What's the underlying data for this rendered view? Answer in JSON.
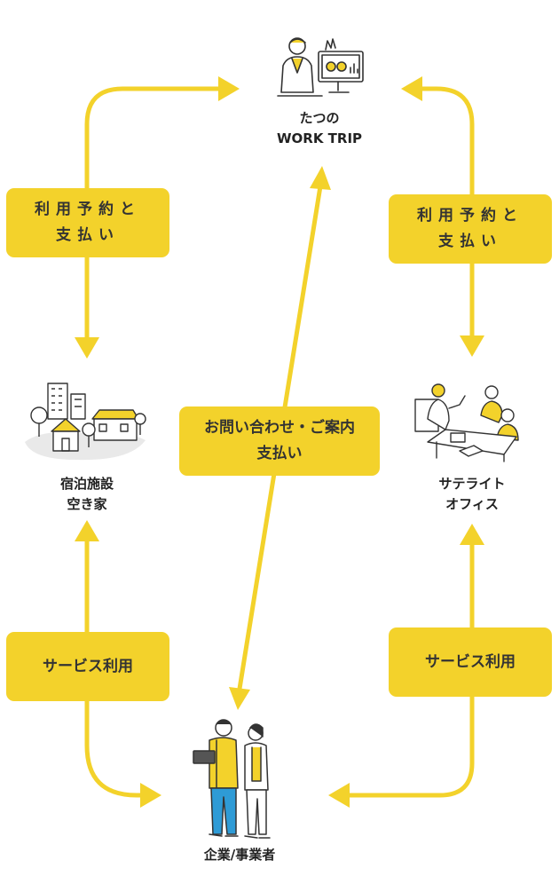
{
  "colors": {
    "accent": "#f3d22b",
    "accent_dark": "#d8b300",
    "line": "#333333"
  },
  "nodes": {
    "platform": {
      "line1": "たつの",
      "line2": "WORK TRIP",
      "icon": "person-at-computer-illustration"
    },
    "lodging": {
      "line1": "宿泊施設",
      "line2": "空き家",
      "icon": "buildings-houses-illustration"
    },
    "office": {
      "line1": "サテライト",
      "line2": "オフィス",
      "icon": "meeting-people-illustration"
    },
    "company": {
      "label": "企業/事業者",
      "icon": "two-workers-illustration"
    }
  },
  "labels": {
    "reserve_left": {
      "line1": "利用予約と",
      "line2": "支払い"
    },
    "reserve_right": {
      "line1": "利用予約と",
      "line2": "支払い"
    },
    "inquiry": {
      "line1": "お問い合わせ・ご案内",
      "line2": "支払い"
    },
    "service_left": "サービス利用",
    "service_right": "サービス利用"
  }
}
